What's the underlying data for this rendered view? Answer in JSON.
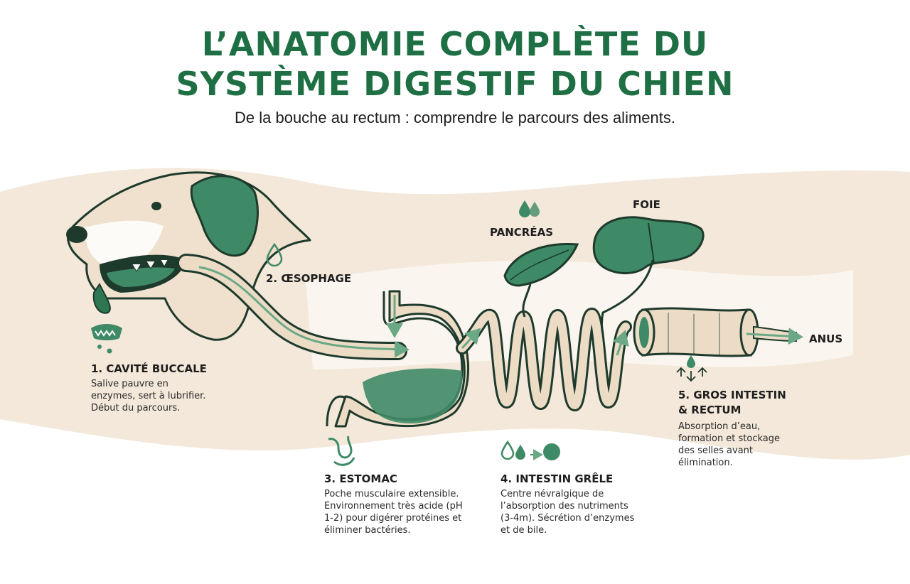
{
  "header": {
    "title_line1": "L’ANATOMIE COMPLÈTE DU",
    "title_line2": "SYSTÈME DIGESTIF DU CHIEN",
    "subtitle": "De la bouche au rectum : comprendre le parcours des aliments."
  },
  "organs": {
    "pancreas": "PANCRÉAS",
    "foie": "FOIE",
    "anus": "ANUS"
  },
  "steps": {
    "buccale": {
      "title": "1. CAVITÉ BUCCALE",
      "lines": [
        "Salive pauvre en",
        "enzymes, sert à lubrifier.",
        "Début du parcours."
      ]
    },
    "oesophage": {
      "title": "2. ŒSOPHAGE"
    },
    "estomac": {
      "title": "3. ESTOMAC",
      "lines": [
        "Poche musculaire extensible.",
        "Environnement très acide (pH",
        "1-2) pour digérer protéines et",
        "éliminer bactéries."
      ]
    },
    "intestin_grele": {
      "title": "4. INTESTIN GRÊLE",
      "lines": [
        "Centre névralgique de",
        "l’absorption des nutriments",
        "(3-4m). Sécrétion d’enzymes",
        "et de bile."
      ]
    },
    "gros_intestin": {
      "title_line1": "5. GROS INTESTIN",
      "title_line2": "& RECTUM",
      "lines": [
        "Absorption d’eau,",
        "formation et stockage",
        "des selles avant",
        "élimination."
      ]
    }
  },
  "colors": {
    "green": "#3f8a66",
    "dark_green": "#1f6f45",
    "beige": "#f2e6d6",
    "tube": "#ecdcc6"
  }
}
